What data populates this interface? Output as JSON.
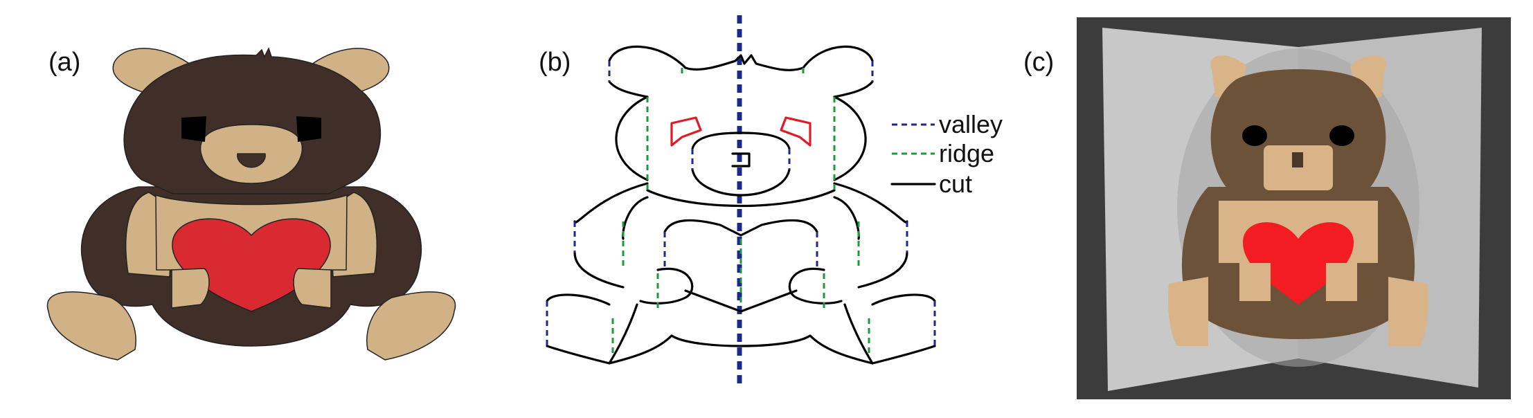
{
  "panels": {
    "a": {
      "label": "(a)"
    },
    "b": {
      "label": "(b)"
    },
    "c": {
      "label": "(c)"
    }
  },
  "legend": {
    "valley": "valley",
    "ridge": "ridge",
    "cut": "cut"
  },
  "colors": {
    "bear_dark": "#3f2f28",
    "bear_light": "#d1b287",
    "heart": "#d82a30",
    "valley_line": "#1a2a8a",
    "ridge_line": "#1f9a3a",
    "cut_line": "#000000",
    "eye_outline": "#e01b24",
    "render_bg": "#3c3c3c",
    "render_wall": "#c9c9c9",
    "render_bear_dark": "#6b5238",
    "render_bear_light": "#d9b488",
    "render_heart": "#f21c22"
  }
}
